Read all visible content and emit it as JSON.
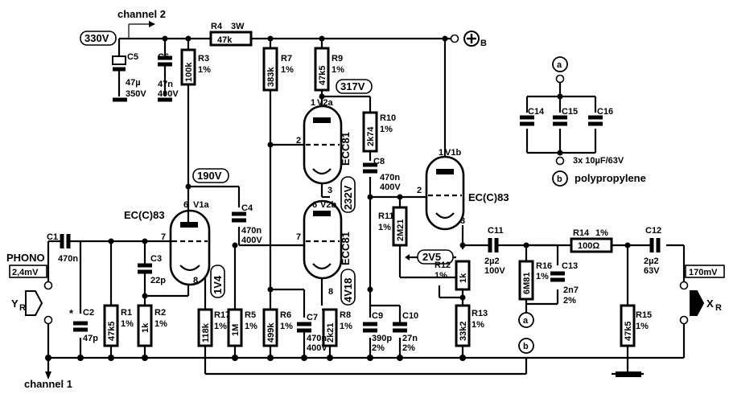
{
  "labels": {
    "channel2": "channel 2",
    "channel1": "channel 1",
    "phono": "PHONO",
    "input_level": "2,4mV",
    "output_level": "170mV",
    "yr": "Y",
    "yr_sub": "R",
    "xr": "X",
    "xr_sub": "R",
    "plus_b": "B",
    "polypropylene": "polypropylene",
    "cap_bank": "3x 10µF/63V",
    "node_a": "a",
    "node_b": "b",
    "asterisk": "*"
  },
  "voltages": {
    "v330": "330V",
    "v317": "317V",
    "v190": "190V",
    "v232": "232V",
    "v1v4": "1V4",
    "v4v18": "4V18",
    "v2v5": "2V5"
  },
  "tubes": {
    "v1a": "V1a",
    "v1b": "V1b",
    "v2a": "V2a",
    "v2b": "V2b",
    "ecc83_a": "EC(C)83",
    "ecc83_b": "EC(C)83",
    "ecc81_a": "ECC81",
    "ecc81_b": "ECC81"
  },
  "pins": {
    "p1": "1",
    "p2": "2",
    "p3": "3",
    "p6": "6",
    "p7": "7",
    "p8": "8"
  },
  "resistors": {
    "r1": {
      "name": "R1",
      "tol": "1%",
      "value": "47k5"
    },
    "r2": {
      "name": "R2",
      "tol": "1%",
      "value": "1k"
    },
    "r3": {
      "name": "R3",
      "tol": "1%",
      "value": "100k"
    },
    "r4": {
      "name": "R4",
      "power": "3W",
      "value": "47k"
    },
    "r5": {
      "name": "R5",
      "tol": "1%",
      "value": "1M"
    },
    "r6": {
      "name": "R6",
      "tol": "1%",
      "value": "499k"
    },
    "r7": {
      "name": "R7",
      "tol": "1%",
      "value": "383k"
    },
    "r8": {
      "name": "R8",
      "tol": "1%",
      "value": "2k21"
    },
    "r9": {
      "name": "R9",
      "tol": "1%",
      "value": "47k5"
    },
    "r10": {
      "name": "R10",
      "tol": "1%",
      "value": "2k74"
    },
    "r11": {
      "name": "R11",
      "tol": "1%",
      "value": "2M21"
    },
    "r12": {
      "name": "R12",
      "tol": "1%",
      "value": "1k"
    },
    "r13": {
      "name": "R13",
      "tol": "1%",
      "value": "33k2"
    },
    "r14": {
      "name": "R14",
      "tol": "1%",
      "value": "100Ω"
    },
    "r15": {
      "name": "R15",
      "tol": "1%",
      "value": "47k5"
    },
    "r16": {
      "name": "R16",
      "tol": "1%",
      "value": "6M81"
    },
    "r17": {
      "name": "R17",
      "tol": "1%",
      "value": "118k"
    }
  },
  "capacitors": {
    "c1": {
      "name": "C1",
      "value": "470n"
    },
    "c2": {
      "name": "C2",
      "value": "47p"
    },
    "c3": {
      "name": "C3",
      "value": "22p"
    },
    "c4": {
      "name": "C4",
      "value": "470n",
      "voltage": "400V"
    },
    "c5": {
      "name": "C5",
      "value": "47µ",
      "voltage": "350V"
    },
    "c6": {
      "name": "C6",
      "value": "47n",
      "voltage": "400V"
    },
    "c7": {
      "name": "C7",
      "value": "470n",
      "voltage": "400V"
    },
    "c8": {
      "name": "C8",
      "value": "470n",
      "voltage": "400V"
    },
    "c9": {
      "name": "C9",
      "value": "390p",
      "tol": "2%"
    },
    "c10": {
      "name": "C10",
      "value": "27n",
      "tol": "2%"
    },
    "c11": {
      "name": "C11",
      "value": "2µ2",
      "voltage": "100V"
    },
    "c12": {
      "name": "C12",
      "value": "2µ2",
      "voltage": "63V"
    },
    "c13": {
      "name": "C13",
      "value": "2n7",
      "tol": "2%"
    },
    "c14": {
      "name": "C14"
    },
    "c15": {
      "name": "C15"
    },
    "c16": {
      "name": "C16"
    }
  }
}
